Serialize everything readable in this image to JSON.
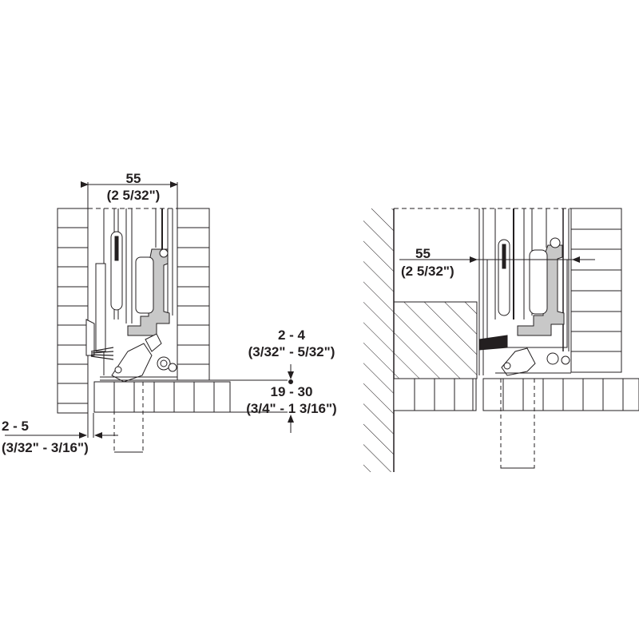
{
  "diagram": {
    "colors": {
      "line": "#231f20",
      "fill_gray": "#c8c8c8",
      "panel_line": "#555555",
      "background": "#ffffff"
    },
    "left_view": {
      "width_dim": {
        "metric": "55",
        "imperial": "(2 5/32\")"
      },
      "gap_dim": {
        "metric": "2 - 4",
        "imperial": "(3/32\" - 5/32\")"
      },
      "thickness_dim": {
        "metric": "19 - 30",
        "imperial": "(3/4\" - 1 3/16\")"
      },
      "side_dim": {
        "metric": "2 - 5",
        "imperial": "(3/32\" - 3/16\")"
      }
    },
    "right_view": {
      "width_dim": {
        "metric": "55",
        "imperial": "(2 5/32\")"
      }
    }
  }
}
